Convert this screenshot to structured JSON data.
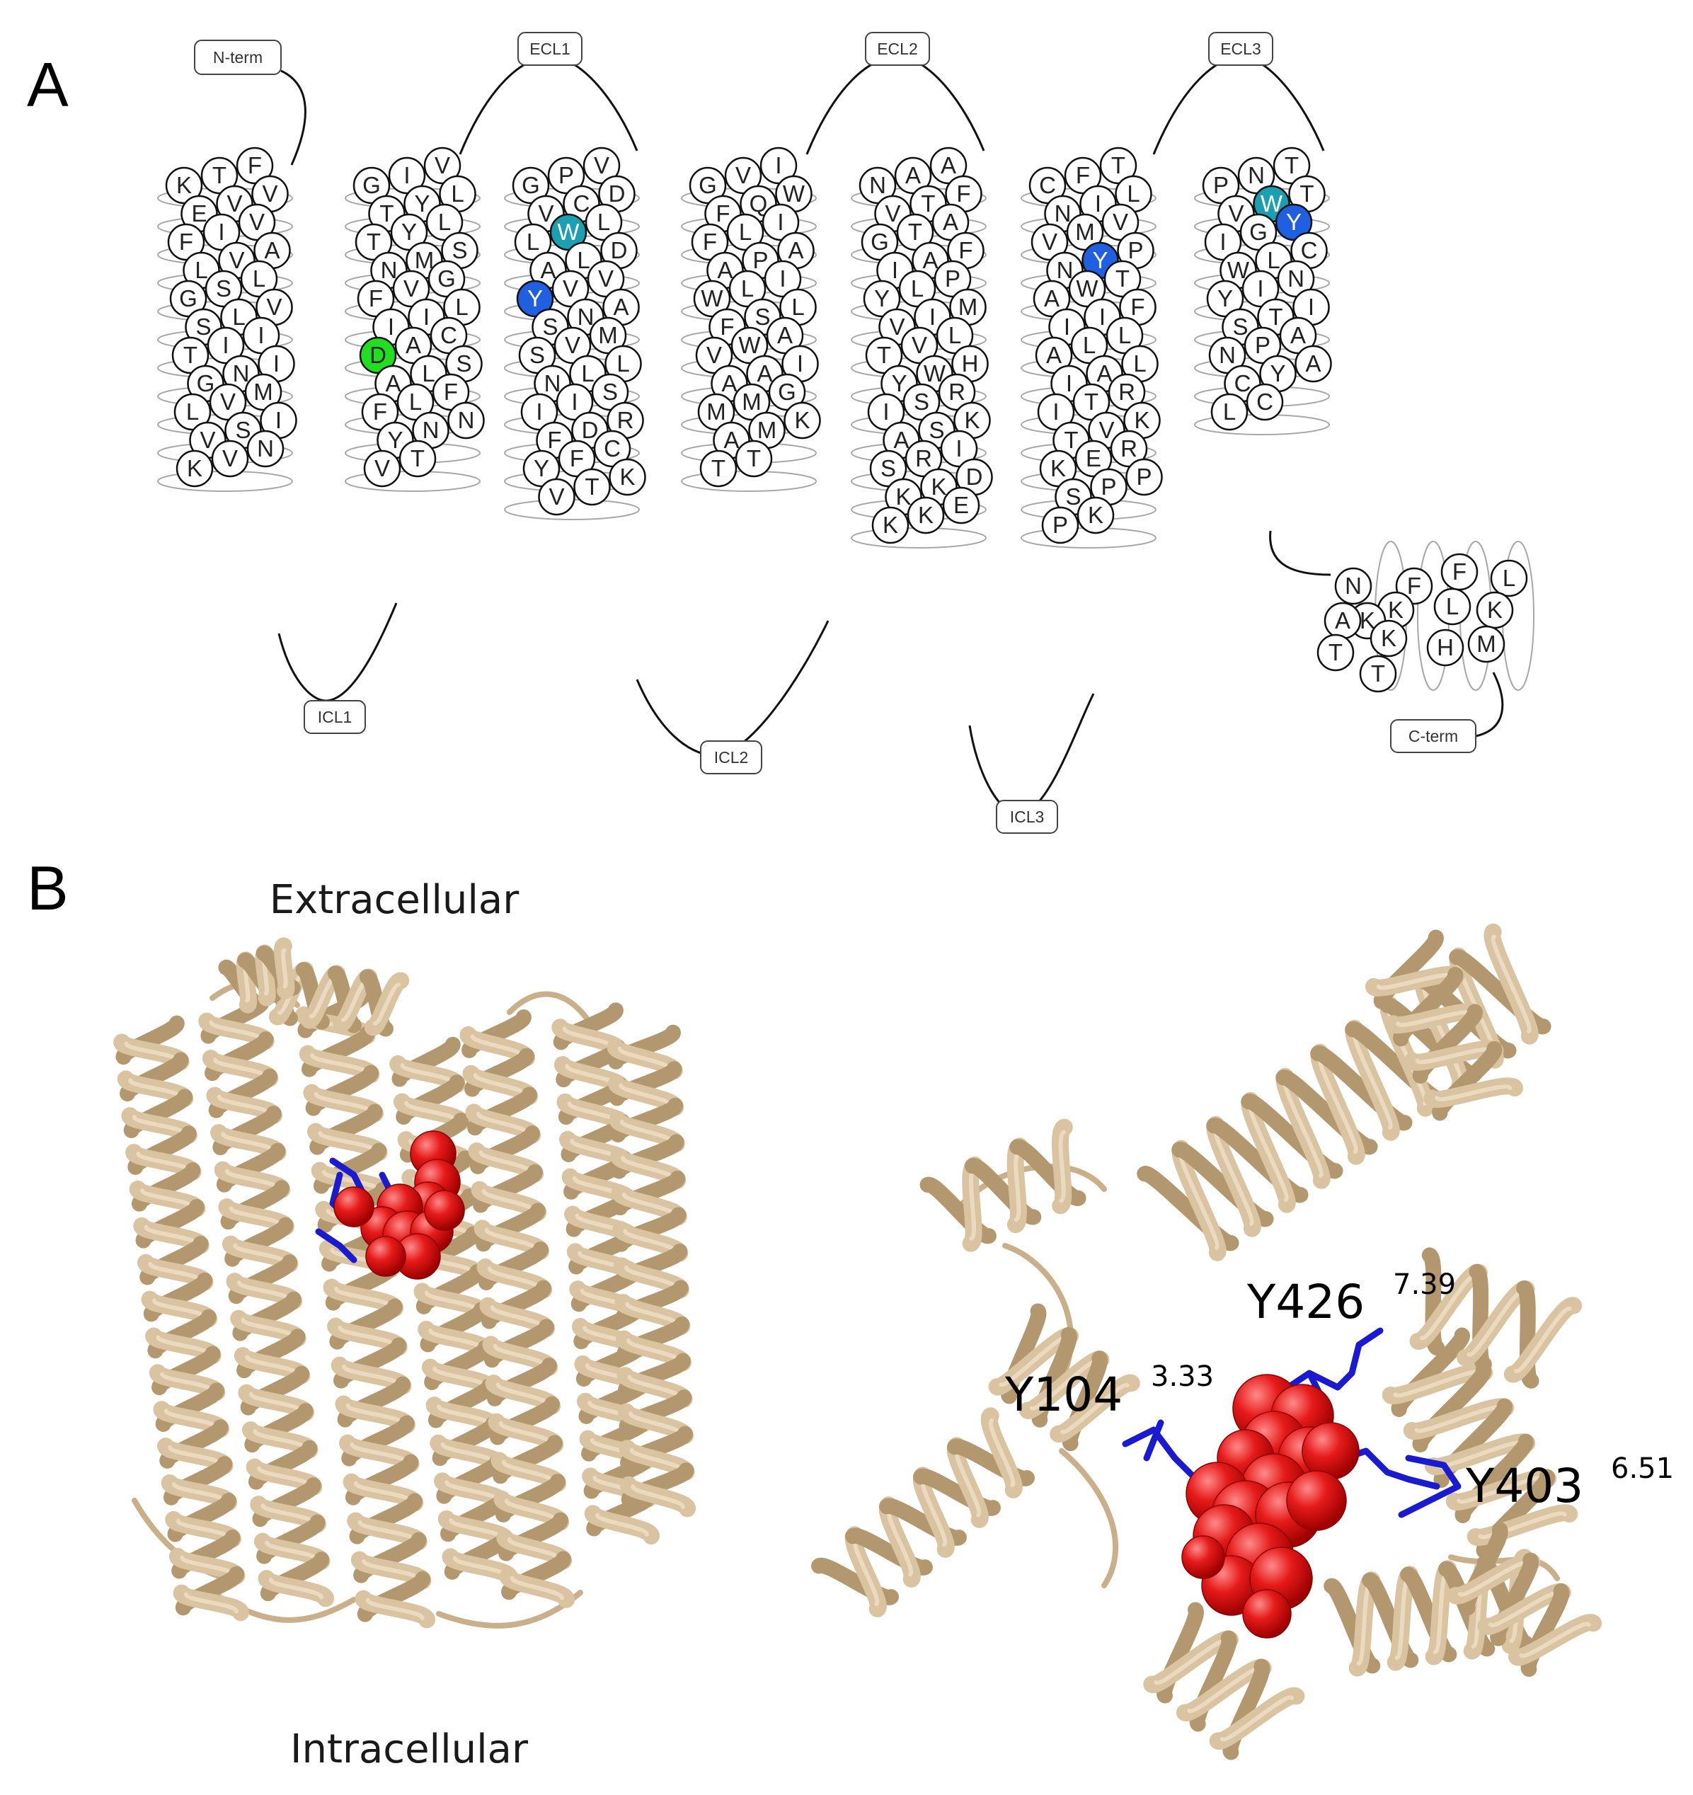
{
  "panel_a": {
    "label": "A",
    "loops": {
      "nterm": "N-term",
      "ecl1": "ECL1",
      "ecl2": "ECL2",
      "ecl3": "ECL3",
      "icl1": "ICL1",
      "icl2": "ICL2",
      "icl3": "ICL3",
      "cterm": "C-term"
    },
    "helices": [
      {
        "id": "tm1",
        "residues": [
          "K",
          "T",
          "F",
          "E",
          "V",
          "V",
          "F",
          "I",
          "V",
          "L",
          "V",
          "A",
          "G",
          "S",
          "L",
          "S",
          "L",
          "V",
          "T",
          "I",
          "I",
          "G",
          "N",
          "I",
          "L",
          "V",
          "M",
          "V",
          "S",
          "I",
          "K",
          "V",
          "N"
        ]
      },
      {
        "id": "tm2",
        "residues": [
          "G",
          "I",
          "V",
          "T",
          "Y",
          "L",
          "T",
          "Y",
          "L",
          "N",
          "M",
          "S",
          "F",
          "V",
          "G",
          "I",
          "I",
          "L",
          "D",
          "A",
          "C",
          "A",
          "L",
          "S",
          "F",
          "L",
          "F",
          "Y",
          "N",
          "N",
          "V",
          "T"
        ]
      },
      {
        "id": "tm3",
        "residues": [
          "G",
          "P",
          "V",
          "V",
          "C",
          "D",
          "L",
          "W",
          "L",
          "A",
          "L",
          "D",
          "Y",
          "V",
          "V",
          "S",
          "N",
          "A",
          "S",
          "V",
          "M",
          "N",
          "L",
          "L",
          "I",
          "I",
          "S",
          "F",
          "D",
          "R",
          "Y",
          "F",
          "C",
          "V",
          "T",
          "K"
        ]
      },
      {
        "id": "tm4",
        "residues": [
          "G",
          "V",
          "I",
          "F",
          "Q",
          "W",
          "F",
          "L",
          "I",
          "A",
          "P",
          "A",
          "W",
          "L",
          "I",
          "F",
          "S",
          "L",
          "V",
          "W",
          "A",
          "A",
          "A",
          "I",
          "M",
          "M",
          "G",
          "A",
          "M",
          "K",
          "T",
          "T"
        ]
      },
      {
        "id": "tm5",
        "residues": [
          "N",
          "A",
          "A",
          "V",
          "T",
          "F",
          "G",
          "T",
          "A",
          "I",
          "A",
          "F",
          "Y",
          "L",
          "P",
          "V",
          "I",
          "M",
          "T",
          "V",
          "L",
          "Y",
          "W",
          "H",
          "I",
          "S",
          "R",
          "A",
          "S",
          "K",
          "S",
          "R",
          "I",
          "K",
          "K",
          "D",
          "K",
          "K",
          "E"
        ]
      },
      {
        "id": "tm6",
        "residues": [
          "C",
          "F",
          "T",
          "N",
          "I",
          "L",
          "V",
          "M",
          "V",
          "N",
          "Y",
          "P",
          "A",
          "W",
          "T",
          "I",
          "I",
          "F",
          "A",
          "L",
          "L",
          "I",
          "A",
          "L",
          "I",
          "T",
          "R",
          "T",
          "V",
          "K",
          "K",
          "E",
          "R",
          "S",
          "P",
          "P",
          "P",
          "K"
        ]
      },
      {
        "id": "tm7",
        "residues": [
          "P",
          "N",
          "T",
          "V",
          "W",
          "T",
          "I",
          "G",
          "Y",
          "W",
          "L",
          "C",
          "Y",
          "I",
          "N",
          "S",
          "T",
          "I",
          "N",
          "P",
          "A",
          "C",
          "Y",
          "A",
          "L",
          "C"
        ]
      },
      {
        "id": "h8",
        "residues": [
          "L",
          "F",
          "F",
          "N",
          "L",
          "K",
          "K",
          "K",
          "A",
          "M",
          "H",
          "K",
          "T",
          "T"
        ]
      }
    ],
    "highlights": [
      {
        "residue": "D",
        "color": "#22dd22"
      },
      {
        "residue": "W",
        "color": "#1aa0b0"
      },
      {
        "residue": "Y",
        "color": "#1f5fe0"
      }
    ]
  },
  "panel_b": {
    "label": "B",
    "top_label": "Extracellular",
    "bottom_label": "Intracellular",
    "residue_labels": [
      {
        "name": "Y426",
        "position": "7.39"
      },
      {
        "name": "Y104",
        "position": "3.33"
      },
      {
        "name": "Y403",
        "position": "6.51"
      }
    ],
    "colors": {
      "protein": "#d9c3a1",
      "ligand": "#e41414",
      "side_chains": "#1a1ad0"
    }
  }
}
